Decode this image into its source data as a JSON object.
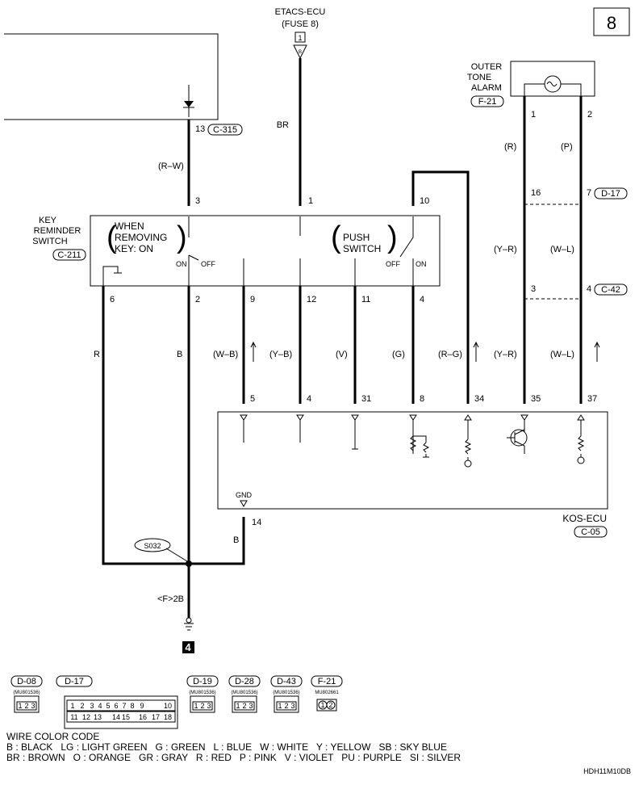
{
  "page_number": "8",
  "etacs": {
    "title": "ETACS-ECU",
    "fuse": "(FUSE",
    "fuse_num": "8",
    "fuse_close": ")",
    "terminal": "1",
    "pin": "B"
  },
  "alarm": {
    "l1": "OUTER",
    "l2": "TONE",
    "l3": "ALARM",
    "connector": "F-21",
    "pin1": "1",
    "pin2": "2"
  },
  "key_switch": {
    "l1": "KEY",
    "l2": "REMINDER",
    "l3": "SWITCH",
    "connector": "C-211",
    "when1": "WHEN",
    "when2": "REMOVING",
    "when3": "KEY: ON",
    "on": "ON",
    "off": "OFF",
    "push1": "PUSH",
    "push2": "SWITCH",
    "off2": "OFF",
    "on2": "ON"
  },
  "pins": {
    "p13": "13",
    "c315": "C-315",
    "p3": "3",
    "p1": "1",
    "p10": "10",
    "p16": "16",
    "p7": "7",
    "d17": "D-17",
    "p6": "6",
    "p2": "2",
    "p9": "9",
    "p12": "12",
    "p11": "11",
    "p4": "4",
    "p3b": "3",
    "p4b": "4",
    "c42": "C-42",
    "e5": "5",
    "e4": "4",
    "e31": "31",
    "e8": "8",
    "e34": "34",
    "e35": "35",
    "e37": "37",
    "e14": "14"
  },
  "wires": {
    "rw": "(R–W)",
    "br": "BR",
    "r_alarm": "(R)",
    "p_alarm": "(P)",
    "yr": "(Y–R)",
    "wl": "(W–L)",
    "r": "R",
    "b": "B",
    "wb": "(W–B)",
    "yb": "(Y–B)",
    "v": "(V)",
    "g": "(G)",
    "rg": "(R–G)",
    "yr2": "(Y–R)",
    "wl2": "(W–L)",
    "b2": "B"
  },
  "ecu": {
    "gnd": "GND",
    "name": "KOS-ECU",
    "connector": "C-05"
  },
  "ground": {
    "splice": "S032",
    "label": "<F>2B",
    "num": "4"
  },
  "connectors": [
    {
      "name": "D-08",
      "part": "(MU801536)"
    },
    {
      "name": "D-17",
      "part": ""
    },
    {
      "name": "D-19",
      "part": "(MU801536)"
    },
    {
      "name": "D-28",
      "part": "(MU801536)"
    },
    {
      "name": "D-43",
      "part": "(MU801536)"
    },
    {
      "name": "F-21",
      "part": "MU802661"
    }
  ],
  "pin_cells": {
    "a": [
      "1",
      "2",
      "3"
    ],
    "d17_top": [
      "1",
      "2",
      "3",
      "4",
      "5",
      "6",
      "7",
      "8",
      "9",
      "10"
    ],
    "d17_bot": [
      "11",
      "12",
      "13",
      "14",
      "15",
      "16",
      "17",
      "18"
    ],
    "f21": [
      "1",
      "2"
    ]
  },
  "wire_code": {
    "title": "WIRE COLOR CODE",
    "line1": "B : BLACK   LG : LIGHT GREEN   G : GREEN   L : BLUE   W : WHITE   Y : YELLOW   SB : SKY BLUE",
    "line2": "BR : BROWN   O : ORANGE   GR : GRAY   R : RED   P : PINK   V : VIOLET   PU : PURPLE   SI : SILVER"
  },
  "footer_code": "HDH11M10DB"
}
